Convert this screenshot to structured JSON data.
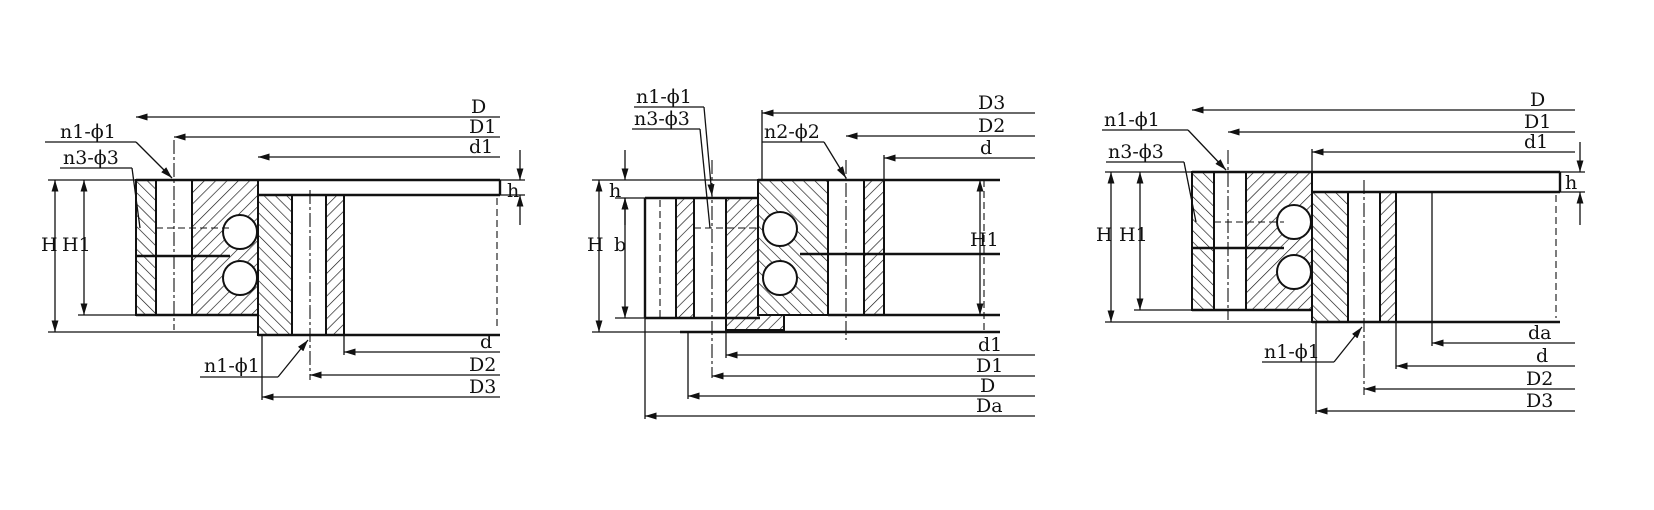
{
  "figures": [
    {
      "id": "left",
      "labels": {
        "D": "D",
        "D1": "D1",
        "d1": "d1",
        "h": "h",
        "H": "H",
        "H1": "H1",
        "d": "d",
        "D2": "D2",
        "D3": "D3",
        "n1_top": "n1-ϕ1",
        "n3": "n3-ϕ3",
        "n1_bottom": "n1-ϕ1"
      }
    },
    {
      "id": "middle",
      "labels": {
        "n1": "n1-ϕ1",
        "n3": "n3-ϕ3",
        "D3": "D3",
        "n2": "n2-ϕ2",
        "D2": "D2",
        "d": "d",
        "h": "h",
        "H": "H",
        "b": "b",
        "H1": "H1",
        "d1": "d1",
        "D1": "D1",
        "D": "D",
        "Da": "Da"
      }
    },
    {
      "id": "right",
      "labels": {
        "D": "D",
        "D1": "D1",
        "d1": "d1",
        "n1_top": "n1-ϕ1",
        "n3": "n3-ϕ3",
        "h": "h",
        "H": "H",
        "H1": "H1",
        "da": "da",
        "d": "d",
        "n1_bottom": "n1-ϕ1",
        "D2": "D2",
        "D3": "D3"
      }
    }
  ]
}
